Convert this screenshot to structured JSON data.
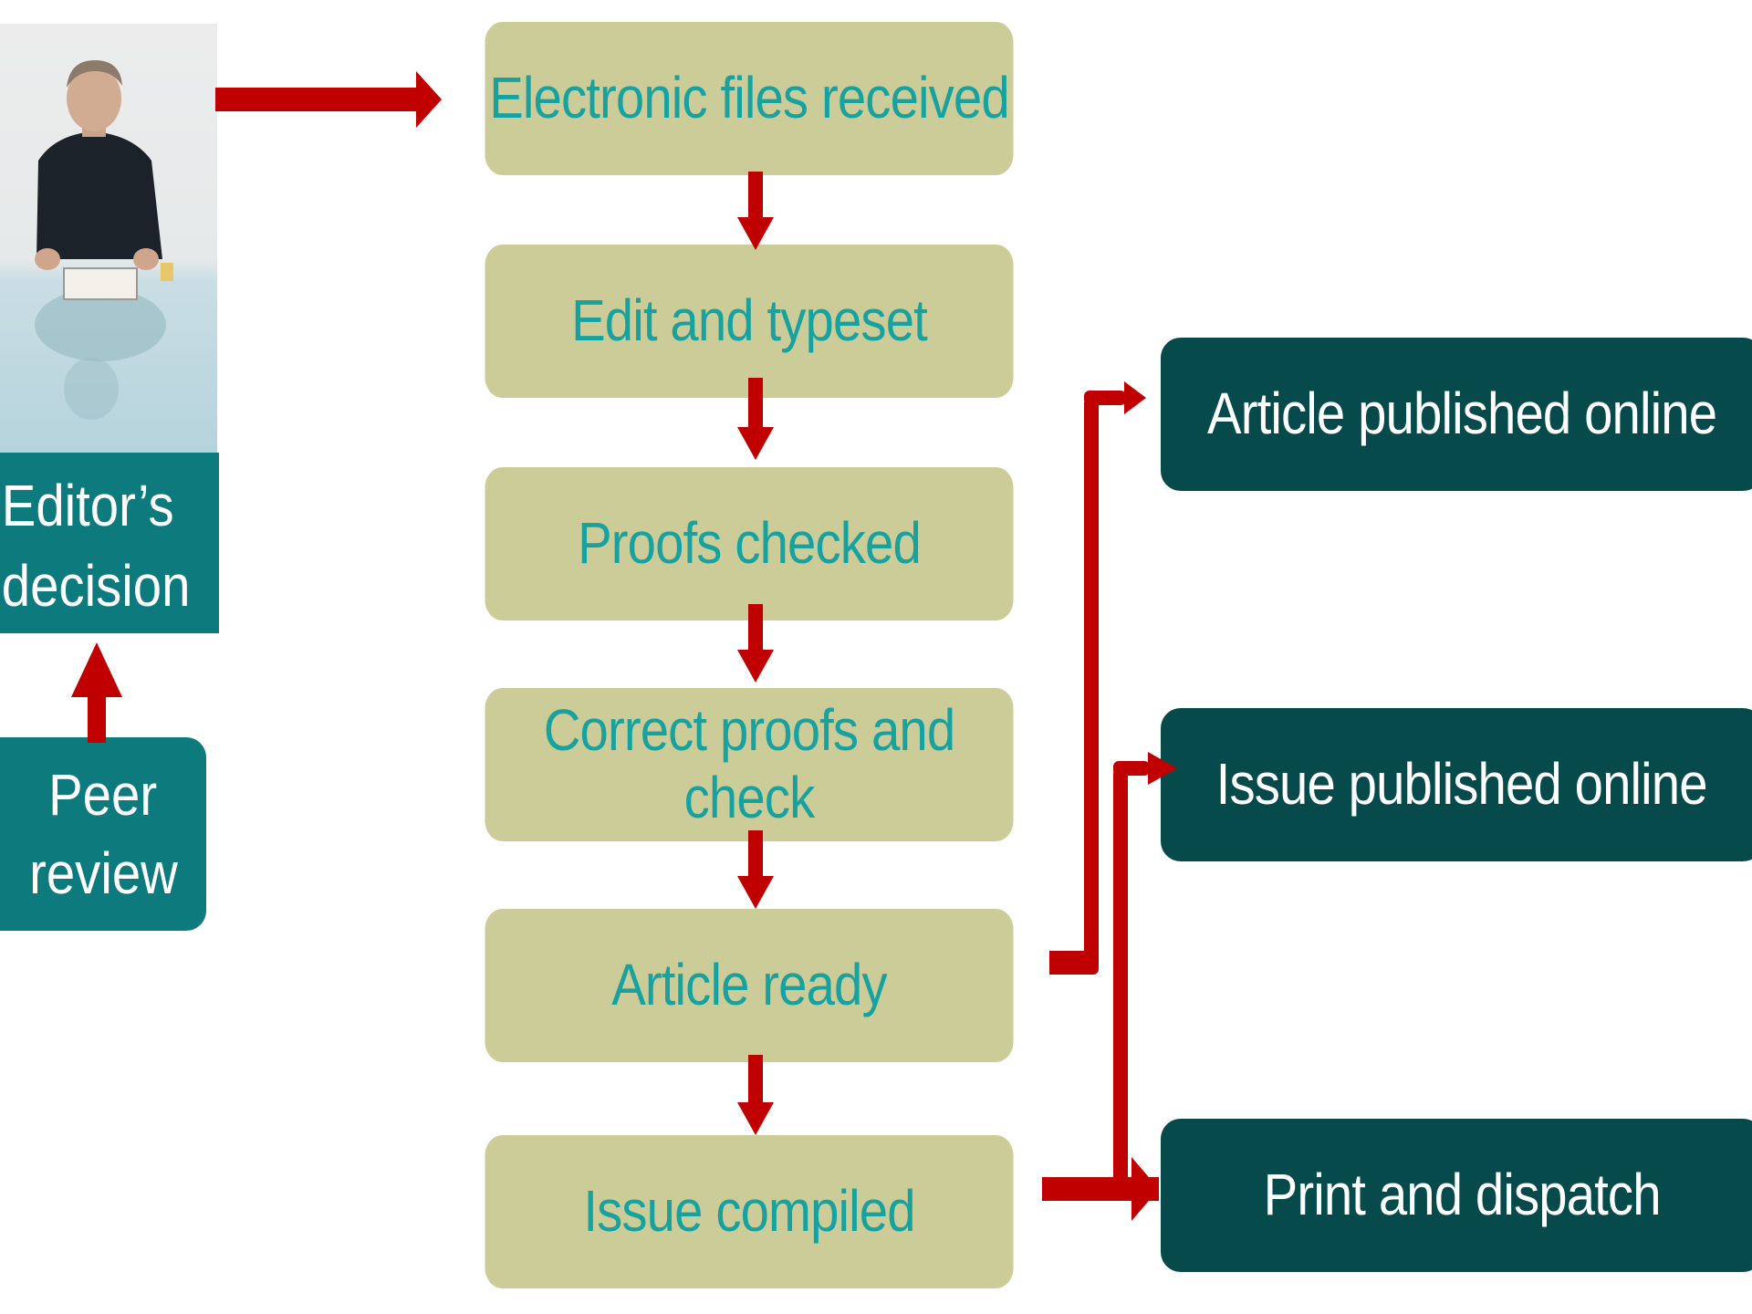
{
  "editor": {
    "label_line1": "Editor’s",
    "label_line2": "decision",
    "photo_icon": "person-at-desk-photo"
  },
  "peer_review": {
    "line1": "Peer",
    "line2": "review"
  },
  "steps": [
    "Electronic files received",
    "Edit and typeset",
    "Proofs checked",
    "Correct proofs and check",
    "Article ready",
    "Issue compiled"
  ],
  "outputs": [
    "Article published online",
    "Issue published online",
    "Print and dispatch"
  ],
  "colors": {
    "step_fill": "#cccc99",
    "step_text": "#17a2a0",
    "output_fill": "#064a4c",
    "editor_fill": "#0d7a7d",
    "arrow": "#c00000"
  }
}
